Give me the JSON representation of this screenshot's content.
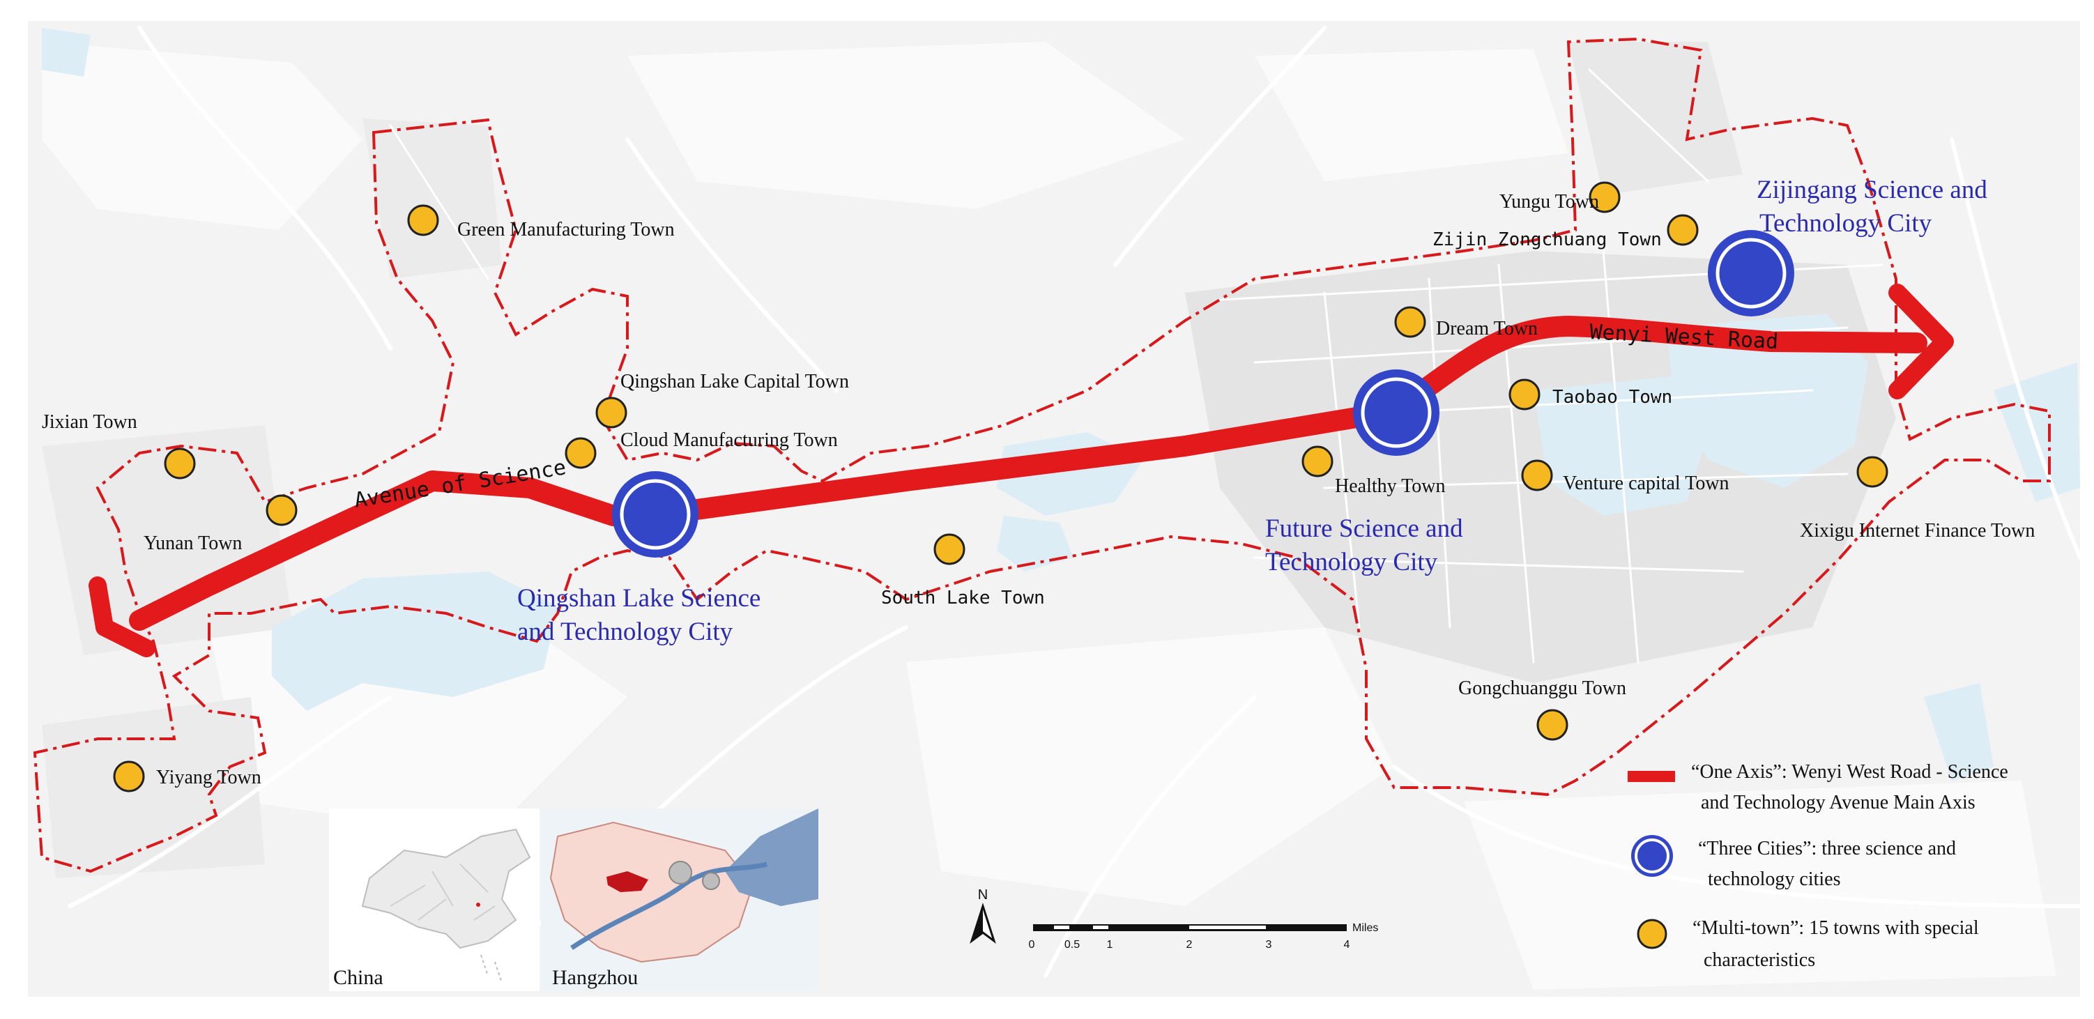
{
  "colors": {
    "axis_red": "#e31a1c",
    "city_blue": "#3346c8",
    "town_orange": "#f5b820",
    "boundary_red": "#d7191c",
    "land": "#f2f2f2",
    "water": "#dcedf5",
    "road": "#ffffff",
    "label_blue": "#2a2ab0"
  },
  "map": {
    "road_labels": {
      "wenyi": "Wenyi West Road",
      "science": "Avenue of Science"
    },
    "cities": [
      {
        "id": "qingshan",
        "line1": "Qingshan Lake Science",
        "line2": "and Technology City"
      },
      {
        "id": "future",
        "line1": "Future Science and",
        "line2": "Technology City"
      },
      {
        "id": "zijingang",
        "line1": "Zijingang Science and",
        "line2": "Technology City"
      }
    ],
    "towns": [
      {
        "id": "green",
        "name": "Green Manufacturing Town"
      },
      {
        "id": "qscapital",
        "name": "Qingshan Lake Capital Town"
      },
      {
        "id": "cloud",
        "name": "Cloud Manufacturing Town"
      },
      {
        "id": "jixian",
        "name": "Jixian Town"
      },
      {
        "id": "yunan",
        "name": "Yunan Town"
      },
      {
        "id": "yiyang",
        "name": "Yiyang Town"
      },
      {
        "id": "southlake",
        "name": "South Lake Town"
      },
      {
        "id": "healthy",
        "name": "Healthy Town"
      },
      {
        "id": "dream",
        "name": "Dream Town"
      },
      {
        "id": "taobao",
        "name": "Taobao Town"
      },
      {
        "id": "venture",
        "name": "Venture capital Town"
      },
      {
        "id": "yungu",
        "name": "Yungu Town"
      },
      {
        "id": "zijinzc",
        "name": "Zijin Zongchuang Town"
      },
      {
        "id": "xixigu",
        "name": "Xixigu Internet Finance Town"
      },
      {
        "id": "gongchuanggu",
        "name": "Gongchuanggu Town"
      }
    ]
  },
  "legend": {
    "axis_line1": "“One Axis”: Wenyi West Road - Science",
    "axis_line2": "and Technology Avenue Main Axis",
    "cities_line1": "“Three Cities”: three science and",
    "cities_line2": "technology cities",
    "towns_line1": "“Multi-town”: 15 towns with special",
    "towns_line2": "characteristics"
  },
  "scale": {
    "north": "N",
    "ticks": [
      "0",
      "0.5",
      "1",
      "2",
      "3",
      "4"
    ],
    "unit": "Miles"
  },
  "insets": {
    "china": "China",
    "hangzhou": "Hangzhou"
  }
}
